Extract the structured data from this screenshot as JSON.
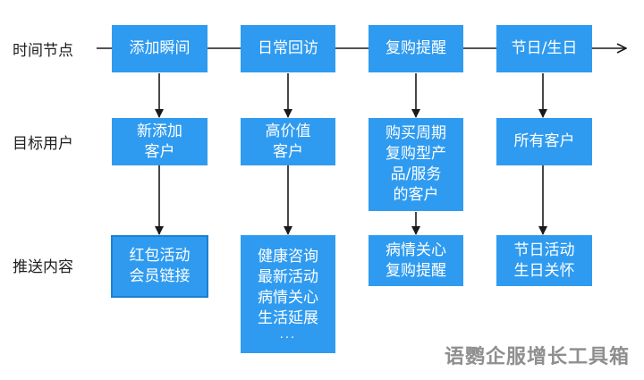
{
  "row_labels": {
    "time_node": "时间节点",
    "target_users": "目标用户",
    "push_content": "推送内容"
  },
  "columns": [
    {
      "node": "添加瞬间",
      "users": [
        "新添加",
        "客户"
      ],
      "content": [
        "红包活动",
        "会员链接"
      ]
    },
    {
      "node": "日常回访",
      "users": [
        "高价值",
        "客户"
      ],
      "content": [
        "健康咨询",
        "最新活动",
        "病情关心",
        "生活延展",
        "..."
      ]
    },
    {
      "node": "复购提醒",
      "users": [
        "购买周期",
        "复购型产",
        "品/服务",
        "的客户"
      ],
      "content": [
        "病情关心",
        "复购提醒"
      ]
    },
    {
      "node": "节日/生日",
      "users": [
        "所有客户"
      ],
      "content": [
        "节日活动",
        "生日关怀"
      ]
    }
  ],
  "watermark": "语鹦企服增长工具箱",
  "colors": {
    "box_fill": "#2f9bf0",
    "box_border": "#1d7fd1",
    "arrow": "#1a1a1a",
    "label_text": "#1f1f1f",
    "watermark_text": "#8f8f8f"
  }
}
